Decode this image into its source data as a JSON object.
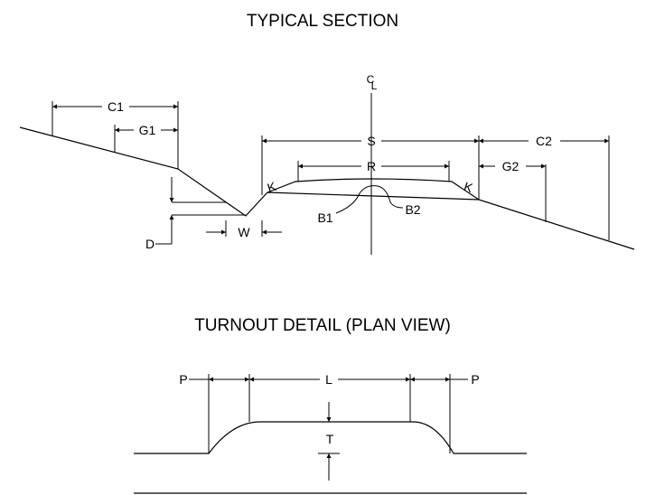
{
  "titles": {
    "typical_section": "TYPICAL SECTION",
    "turnout_detail": "TURNOUT DETAIL  (PLAN VIEW)"
  },
  "labels": {
    "centerline_c": "C",
    "centerline_l": "L",
    "c1": "C1",
    "g1": "G1",
    "s": "S",
    "r": "R",
    "c2": "C2",
    "g2": "G2",
    "k_left": "K",
    "k_right": "K",
    "b1": "B1",
    "b2": "B2",
    "d": "D",
    "w": "W",
    "p_left": "P",
    "l": "L",
    "p_right": "P",
    "t": "T"
  }
}
